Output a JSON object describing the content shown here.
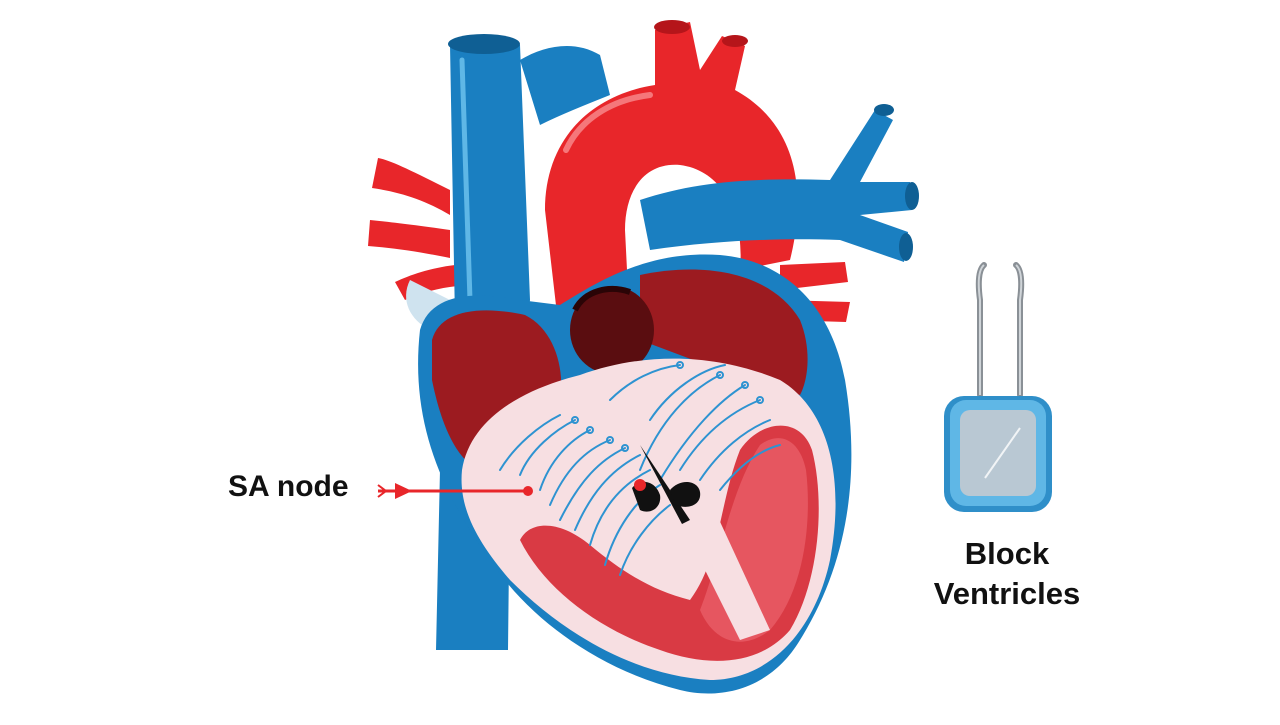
{
  "diagram": {
    "labels": {
      "sa_node": "SA node",
      "device_line1": "Block",
      "device_line2": "Ventricles"
    },
    "colors": {
      "vein_blue": "#1a7fc1",
      "artery_red": "#e8262a",
      "atrium_dark": "#9c1b20",
      "chamber_light": "#f7dfe2",
      "myocardium": "#d93a44",
      "device_frame": "#45a8de",
      "device_face": "#b9c8d3",
      "text": "#111111"
    },
    "icons": [
      "heart-illustration",
      "pacemaker-device-icon",
      "pointer-arrow-icon"
    ]
  }
}
